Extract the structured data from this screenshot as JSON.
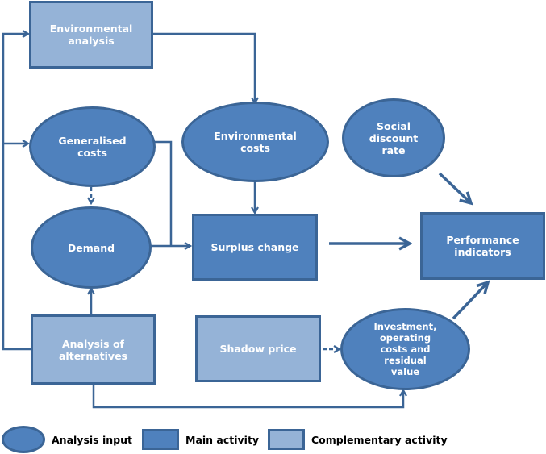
{
  "diagram": {
    "nodes": {
      "environmental_analysis": "Environmental\nanalysis",
      "generalised_costs": "Generalised\ncosts",
      "environmental_costs": "Environmental\ncosts",
      "social_discount_rate": "Social\ndiscount\nrate",
      "demand": "Demand",
      "surplus_change": "Surplus change",
      "performance_indicators": "Performance\nindicators",
      "analysis_of_alternatives": "Analysis of\nalternatives",
      "shadow_price": "Shadow price",
      "investment_costs": "Investment,\noperating\ncosts and\nresidual\nvalue"
    },
    "colors": {
      "main": "#4f81bd",
      "complementary": "#95b3d7",
      "border": "#3b6596"
    }
  },
  "legend": {
    "analysis_input": "Analysis input",
    "main_activity": "Main activity",
    "complementary_activity": "Complementary activity"
  }
}
